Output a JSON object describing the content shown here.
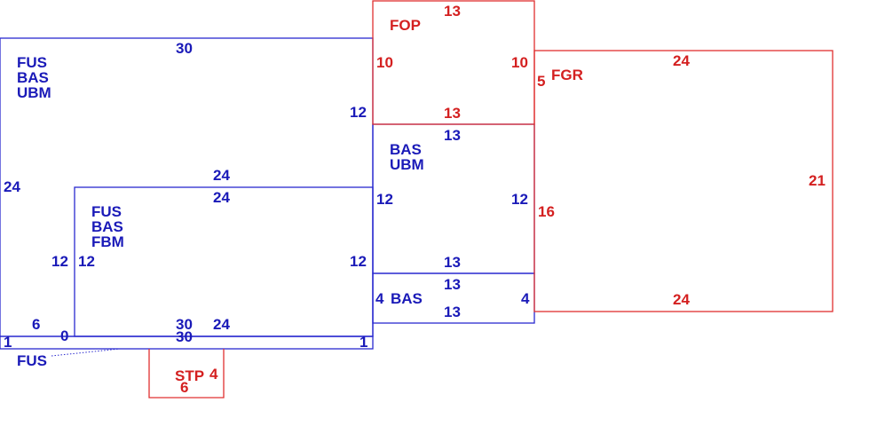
{
  "colors": {
    "blue": "#1a1ab8",
    "red": "#d42020",
    "background": "#ffffff"
  },
  "rooms": {
    "main": {
      "codes": [
        "FUS",
        "BAS",
        "UBM"
      ],
      "top": "30",
      "left": "24",
      "right": "12"
    },
    "inner": {
      "codes": [
        "FUS",
        "BAS",
        "FBM"
      ],
      "top": "24",
      "top2": "24",
      "left": "12",
      "left2": "12",
      "right": "12",
      "bottom": "30",
      "bottom2": "24"
    },
    "mid": {
      "codes": [
        "BAS",
        "UBM"
      ],
      "top": "13",
      "left": "12",
      "right": "12",
      "bottom": "13"
    },
    "strip": {
      "code": "BAS",
      "left": "4",
      "right": "4",
      "top": "13",
      "bottom": "13"
    },
    "slab": {
      "code": "FUS",
      "left": "1",
      "right": "1",
      "top": "30",
      "corner_a": "6",
      "corner_b": "0"
    },
    "fop": {
      "code": "FOP",
      "top": "13",
      "left": "10",
      "right": "10",
      "bottom": "13"
    },
    "fgr": {
      "code": "FGR",
      "top": "24",
      "left": "5",
      "left2": "16",
      "right": "21",
      "bottom": "24"
    },
    "stp": {
      "code": "STP",
      "right": "4",
      "bottom": "6"
    }
  }
}
